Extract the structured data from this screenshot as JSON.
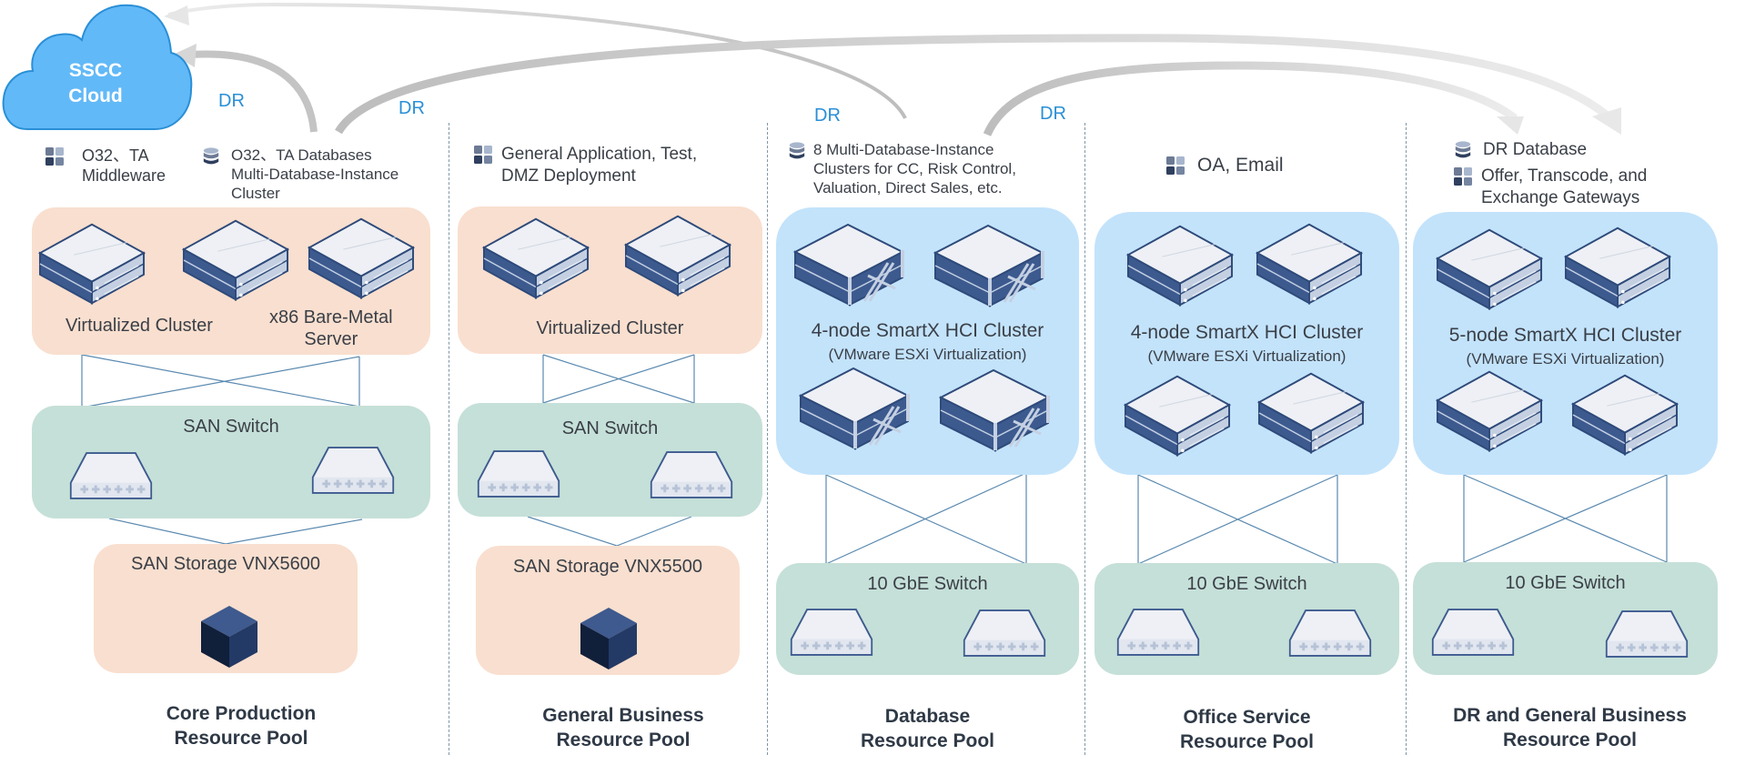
{
  "cloud": {
    "label_line1": "SSCC",
    "label_line2": "Cloud",
    "color": "#62b9f7"
  },
  "dr_labels": [
    "DR",
    "DR",
    "DR",
    "DR"
  ],
  "colors": {
    "peach": "#f9dfcf",
    "green": "#c5e0d8",
    "blue": "#c3e3fb",
    "accent_dr": "#2a8fd6",
    "server_dark": "#3d5a8f",
    "link_line": "#5b8ab0"
  },
  "pools": [
    {
      "title_line1": "Core Production",
      "title_line2": "Resource Pool",
      "services": [
        {
          "icon": "app-grid-icon",
          "line1": "O32、TA",
          "line2": "Middleware"
        },
        {
          "icon": "database-icon",
          "line1": "O32、TA Databases",
          "line2": "Multi-Database-Instance",
          "line3": "Cluster"
        }
      ],
      "compute": {
        "label_a": "Virtualized Cluster",
        "label_b_line1": "x86 Bare-Metal",
        "label_b_line2": "Server"
      },
      "switch": {
        "label": "SAN Switch"
      },
      "storage": {
        "label": "SAN Storage VNX5600"
      }
    },
    {
      "title_line1": "General Business",
      "title_line2": "Resource Pool",
      "services": [
        {
          "icon": "app-grid-icon",
          "line1": "General Application, Test,",
          "line2": "DMZ Deployment"
        }
      ],
      "compute": {
        "label_a": "Virtualized Cluster"
      },
      "switch": {
        "label": "SAN Switch"
      },
      "storage": {
        "label": "SAN Storage VNX5500"
      }
    },
    {
      "title_line1": "Database",
      "title_line2": "Resource Pool",
      "services": [
        {
          "icon": "database-icon",
          "line1": "8 Multi-Database-Instance",
          "line2": "Clusters for CC, Risk Control,",
          "line3": "Valuation, Direct Sales, etc."
        }
      ],
      "compute": {
        "label_a": "4-node SmartX HCI Cluster",
        "label_sub": "(VMware ESXi Virtualization)"
      },
      "switch": {
        "label": "10 GbE Switch"
      }
    },
    {
      "title_line1": "Office Service",
      "title_line2": "Resource Pool",
      "services": [
        {
          "icon": "app-grid-icon",
          "line1": "OA, Email"
        }
      ],
      "compute": {
        "label_a": "4-node SmartX HCI Cluster",
        "label_sub": "(VMware ESXi Virtualization)"
      },
      "switch": {
        "label": "10 GbE Switch"
      }
    },
    {
      "title_line1": "DR and General Business",
      "title_line2": "Resource Pool",
      "services": [
        {
          "icon": "database-icon",
          "line1": "DR Database"
        },
        {
          "icon": "app-grid-icon",
          "line1": "Offer, Transcode, and",
          "line2": "Exchange Gateways"
        }
      ],
      "compute": {
        "label_a": "5-node SmartX HCI Cluster",
        "label_sub": "(VMware ESXi Virtualization)"
      },
      "switch": {
        "label": "10 GbE Switch"
      }
    }
  ]
}
